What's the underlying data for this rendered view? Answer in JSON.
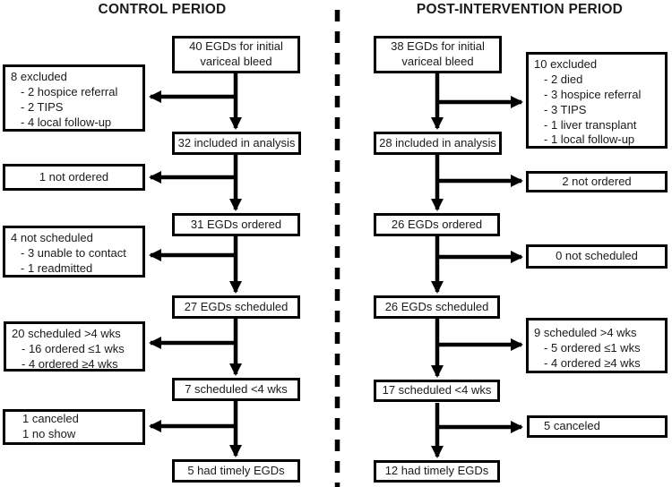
{
  "control": {
    "title": "CONTROL PERIOD",
    "initial": {
      "lines": [
        "40 EGDs for initial",
        "variceal bleed"
      ]
    },
    "excluded": {
      "lines": [
        "8 excluded",
        "- 2 hospice referral",
        "- 2 TIPS",
        "- 4 local follow-up"
      ]
    },
    "included": {
      "lines": [
        "32 included in analysis"
      ]
    },
    "not_ordered": {
      "lines": [
        "1 not ordered"
      ]
    },
    "ordered": {
      "lines": [
        "31 EGDs ordered"
      ]
    },
    "not_scheduled": {
      "lines": [
        "4 not scheduled",
        "- 3 unable to contact",
        "- 1 readmitted"
      ]
    },
    "scheduled": {
      "lines": [
        "27 EGDs scheduled"
      ]
    },
    "scheduled_late": {
      "lines": [
        "20 scheduled >4 wks",
        "- 16 ordered ≤1 wks",
        "- 4 ordered ≥4 wks"
      ]
    },
    "scheduled_timely": {
      "lines": [
        "7 scheduled <4 wks"
      ]
    },
    "canceled": {
      "lines": [
        "1 canceled",
        "1 no show"
      ]
    },
    "timely": {
      "lines": [
        "5 had timely EGDs"
      ]
    }
  },
  "post": {
    "title": "POST-INTERVENTION PERIOD",
    "initial": {
      "lines": [
        "38 EGDs for initial",
        "variceal bleed"
      ]
    },
    "excluded": {
      "lines": [
        "10 excluded",
        "- 2 died",
        "- 3 hospice referral",
        "- 3 TIPS",
        "- 1 liver transplant",
        "- 1 local follow-up"
      ]
    },
    "included": {
      "lines": [
        "28 included in analysis"
      ]
    },
    "not_ordered": {
      "lines": [
        "2 not ordered"
      ]
    },
    "ordered": {
      "lines": [
        "26 EGDs ordered"
      ]
    },
    "not_scheduled": {
      "lines": [
        "0 not scheduled"
      ]
    },
    "scheduled": {
      "lines": [
        "26 EGDs scheduled"
      ]
    },
    "scheduled_late": {
      "lines": [
        "9 scheduled >4 wks",
        "- 5 ordered ≤1 wks",
        "- 4 ordered ≥4 wks"
      ]
    },
    "scheduled_timely": {
      "lines": [
        "17 scheduled <4 wks"
      ]
    },
    "canceled": {
      "lines": [
        "5 canceled"
      ]
    },
    "timely": {
      "lines": [
        "12 had timely EGDs"
      ]
    }
  },
  "colors": {
    "line": "#000000",
    "background": "#ffffff",
    "text": "#1a1a1a"
  }
}
